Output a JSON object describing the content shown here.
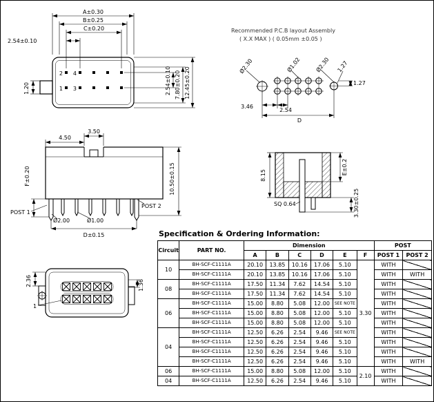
{
  "colors": {
    "line": "#000000",
    "bg": "#ffffff",
    "soft_text": "#333333"
  },
  "top_view": {
    "dim_a": "A±0.30",
    "dim_b": "B±0.25",
    "dim_c": "C±0.20",
    "dim_pitch": "2.54±0.10",
    "dim_tab": "1.20",
    "dim_row_pitch": "2.54±0.10",
    "dim_mid_height": "7.80±0.20",
    "dim_total_height": "12.45±0.20",
    "pin2": "2",
    "pin4": "4",
    "pin1": "1",
    "pin3": "3"
  },
  "pcb_view": {
    "title_line1": "Recommended P.C.B layout Assembly",
    "title_line2": "( X.X MAX ) ( 0.05mm ±0.05 )",
    "dim_edge": "3.46",
    "dim_pitch": "2.54",
    "dim_span": "D",
    "dim_offset_diag": "1.27",
    "dim_offset": "1.27",
    "hole_left": "Ø2.30",
    "hole_pin": "Ø1.02",
    "hole_right": "Ø2.30"
  },
  "side_view": {
    "dim_notch_offset": "4.50",
    "dim_notch": "3.50",
    "dim_post": "F±0.20",
    "dim_height": "10.50±0.15",
    "post1": "POST 1",
    "post2": "POST 2",
    "dia_post": "Ø2.00",
    "dia_pin": "Ø1.00",
    "dim_span": "D±0.15"
  },
  "section_view": {
    "dim_height": "8.15",
    "dim_e": "E±0.2",
    "dim_tail": "3.30±0.25",
    "dim_sq": "SQ 0.64"
  },
  "bottom_view": {
    "dim_top": "2.36",
    "dim_right": "1.36",
    "pin_one": "1"
  },
  "table": {
    "title": "Specification & Ordering Information:",
    "col_circuit": "Circuit",
    "col_part_no": "PART NO.",
    "col_dimension": "Dimension",
    "dim_cols": [
      "A",
      "B",
      "C",
      "D",
      "E",
      "F"
    ],
    "col_post": "POST",
    "col_post1": "POST 1",
    "col_post2": "POST 2",
    "circuit_groups": [
      {
        "label": "10",
        "span": 2
      },
      {
        "label": "08",
        "span": 2
      },
      {
        "label": "06",
        "span": 3
      },
      {
        "label": "04",
        "span": 4
      },
      {
        "label": "06",
        "span": 1
      },
      {
        "label": "04",
        "span": 1
      }
    ],
    "f_groups": [
      {
        "value": "3.30",
        "span": 11
      },
      {
        "value": "2.10",
        "span": 2
      }
    ],
    "rows": [
      {
        "part_no": "BH-SCF-C1111A",
        "a": "20.10",
        "b": "13.85",
        "c": "10.16",
        "d": "17.06",
        "e": "5.10",
        "post1": "WITH",
        "post2": ""
      },
      {
        "part_no": "BH-SCF-C1111A",
        "a": "20.10",
        "b": "13.85",
        "c": "10.16",
        "d": "17.06",
        "e": "5.10",
        "post1": "WITH",
        "post2": "WITH"
      },
      {
        "part_no": "BH-SCF-C1111A",
        "a": "17.50",
        "b": "11.34",
        "c": "7.62",
        "d": "14.54",
        "e": "5.10",
        "post1": "WITH",
        "post2": ""
      },
      {
        "part_no": "BH-SCF-C1111A",
        "a": "17.50",
        "b": "11.34",
        "c": "7.62",
        "d": "14.54",
        "e": "5.10",
        "post1": "WITH",
        "post2": ""
      },
      {
        "part_no": "BH-SCF-C1111A",
        "a": "15.00",
        "b": "8.80",
        "c": "5.08",
        "d": "12.00",
        "e": "SEE NOTE",
        "post1": "WITH",
        "post2": ""
      },
      {
        "part_no": "BH-SCF-C1111A",
        "a": "15.00",
        "b": "8.80",
        "c": "5.08",
        "d": "12.00",
        "e": "5.10",
        "post1": "WITH",
        "post2": ""
      },
      {
        "part_no": "BH-SCF-C1111A",
        "a": "15.00",
        "b": "8.80",
        "c": "5.08",
        "d": "12.00",
        "e": "5.10",
        "post1": "WITH",
        "post2": ""
      },
      {
        "part_no": "BH-SCF-C1111A",
        "a": "12.50",
        "b": "6.26",
        "c": "2.54",
        "d": "9.46",
        "e": "SEE NOTE",
        "post1": "WITH",
        "post2": ""
      },
      {
        "part_no": "BH-SCF-C1111A",
        "a": "12.50",
        "b": "6.26",
        "c": "2.54",
        "d": "9.46",
        "e": "5.10",
        "post1": "WITH",
        "post2": ""
      },
      {
        "part_no": "BH-SCF-C1111A",
        "a": "12.50",
        "b": "6.26",
        "c": "2.54",
        "d": "9.46",
        "e": "5.10",
        "post1": "WITH",
        "post2": ""
      },
      {
        "part_no": "BH-SCF-C1111A",
        "a": "12.50",
        "b": "6.26",
        "c": "2.54",
        "d": "9.46",
        "e": "5.10",
        "post1": "WITH",
        "post2": "WITH"
      },
      {
        "part_no": "BH-SCF-C1111A",
        "a": "15.00",
        "b": "8.80",
        "c": "5.08",
        "d": "12.00",
        "e": "5.10",
        "post1": "WITH",
        "post2": ""
      },
      {
        "part_no": "BH-SCF-C1111A",
        "a": "12.50",
        "b": "6.26",
        "c": "2.54",
        "d": "9.46",
        "e": "5.10",
        "post1": "WITH",
        "post2": ""
      }
    ]
  }
}
